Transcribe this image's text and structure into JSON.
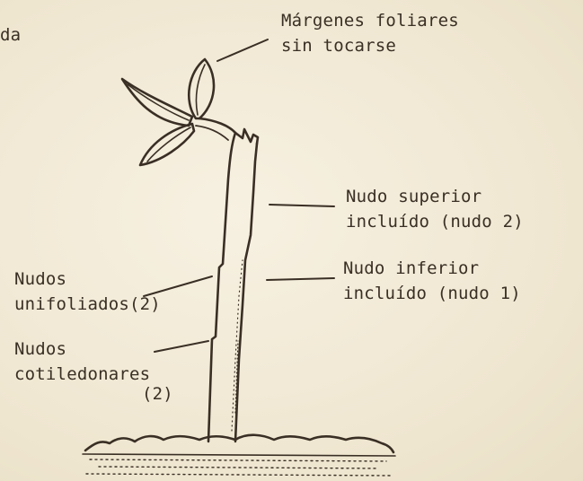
{
  "labels": {
    "edge_fragment": "da",
    "leaf_margins_line1": "Márgenes foliares",
    "leaf_margins_line2": "sin tocarse",
    "upper_node_line1": "Nudo superior",
    "upper_node_line2": "incluído (nudo 2)",
    "lower_node_line1": "Nudo inferior",
    "lower_node_line2": "incluído (nudo 1)",
    "unifoliate_line1": "Nudos",
    "unifoliate_line2": "unifoliados(2)",
    "cotyledon_line1": "Nudos",
    "cotyledon_line2": "cotiledonares",
    "cotyledon_line3": "(2)"
  },
  "colors": {
    "ink": "#3a2f24",
    "paper": "#f3ecda"
  }
}
